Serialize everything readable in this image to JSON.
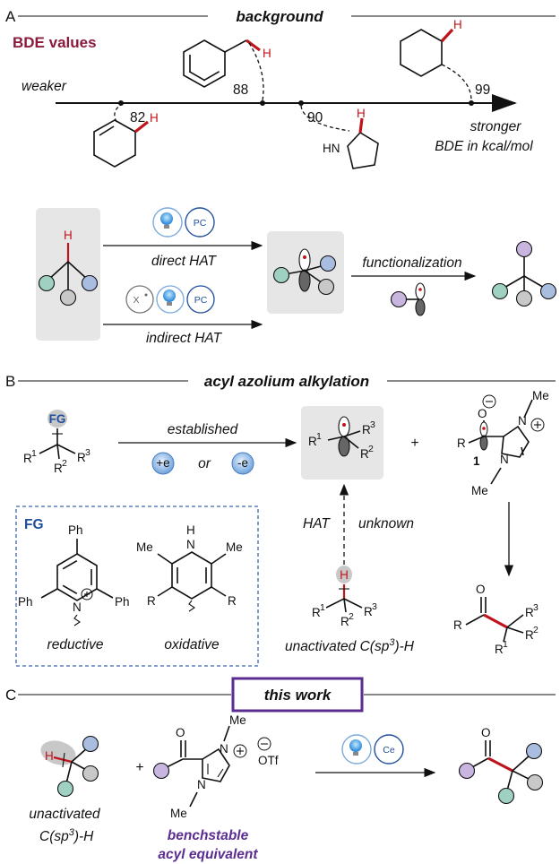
{
  "sectionA": {
    "letter": "A",
    "title": "background",
    "bde_title": "BDE values",
    "weaker": "weaker",
    "stronger": "stronger",
    "bde_unit": "BDE in kcal/mol",
    "values": [
      "82",
      "88",
      "90",
      "99"
    ],
    "h": "H",
    "hn": "HN",
    "pc": "PC",
    "direct_hat": "direct HAT",
    "indirect_hat": "indirect HAT",
    "functionalization": "functionalization",
    "x_label": "X"
  },
  "sectionB": {
    "letter": "B",
    "title": "acyl azolium alkylation",
    "fg": "FG",
    "established": "established",
    "plus_e": "+e",
    "minus_e": "-e",
    "or": "or",
    "hat": "HAT",
    "unknown": "unknown",
    "unactivated": "unactivated C(sp",
    "unactivated_sup": "3",
    "unactivated_tail": ")-H",
    "reductive": "reductive",
    "oxidative": "oxidative",
    "ph": "Ph",
    "me": "Me",
    "r": "R",
    "n": "N",
    "o": "O",
    "compound": "1",
    "r1": "R",
    "sup1": "1",
    "sup2": "2",
    "sup3": "3",
    "plus": "+"
  },
  "sectionC": {
    "letter": "C",
    "title": "this work",
    "unactivated1": "unactivated",
    "unactivated2": "C(sp",
    "unactivated2_sup": "3",
    "unactivated2_tail": ")-H",
    "bench1": "benchstable",
    "bench2": "acyl equivalent",
    "ce": "Ce",
    "otf": "OTf",
    "plus": "+"
  },
  "colors": {
    "bde_title": "#8b1a3c",
    "bond_h": "#c0141c",
    "fg_blue": "#1f4e9c",
    "purple": "#5b2d91",
    "teal": "#9fd1c3",
    "blue": "#a9bde0",
    "grey": "#c8c8c8",
    "violet": "#c9b6e0"
  }
}
